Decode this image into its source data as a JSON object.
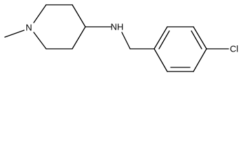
{
  "molecule": {
    "atoms": {
      "piperidine_nitrogen": "N",
      "amine_nitrogen": "NH",
      "chlorine": "Cl"
    }
  },
  "colors": {
    "bond": "#000000",
    "label": "#000000",
    "background": "#ffffff"
  }
}
